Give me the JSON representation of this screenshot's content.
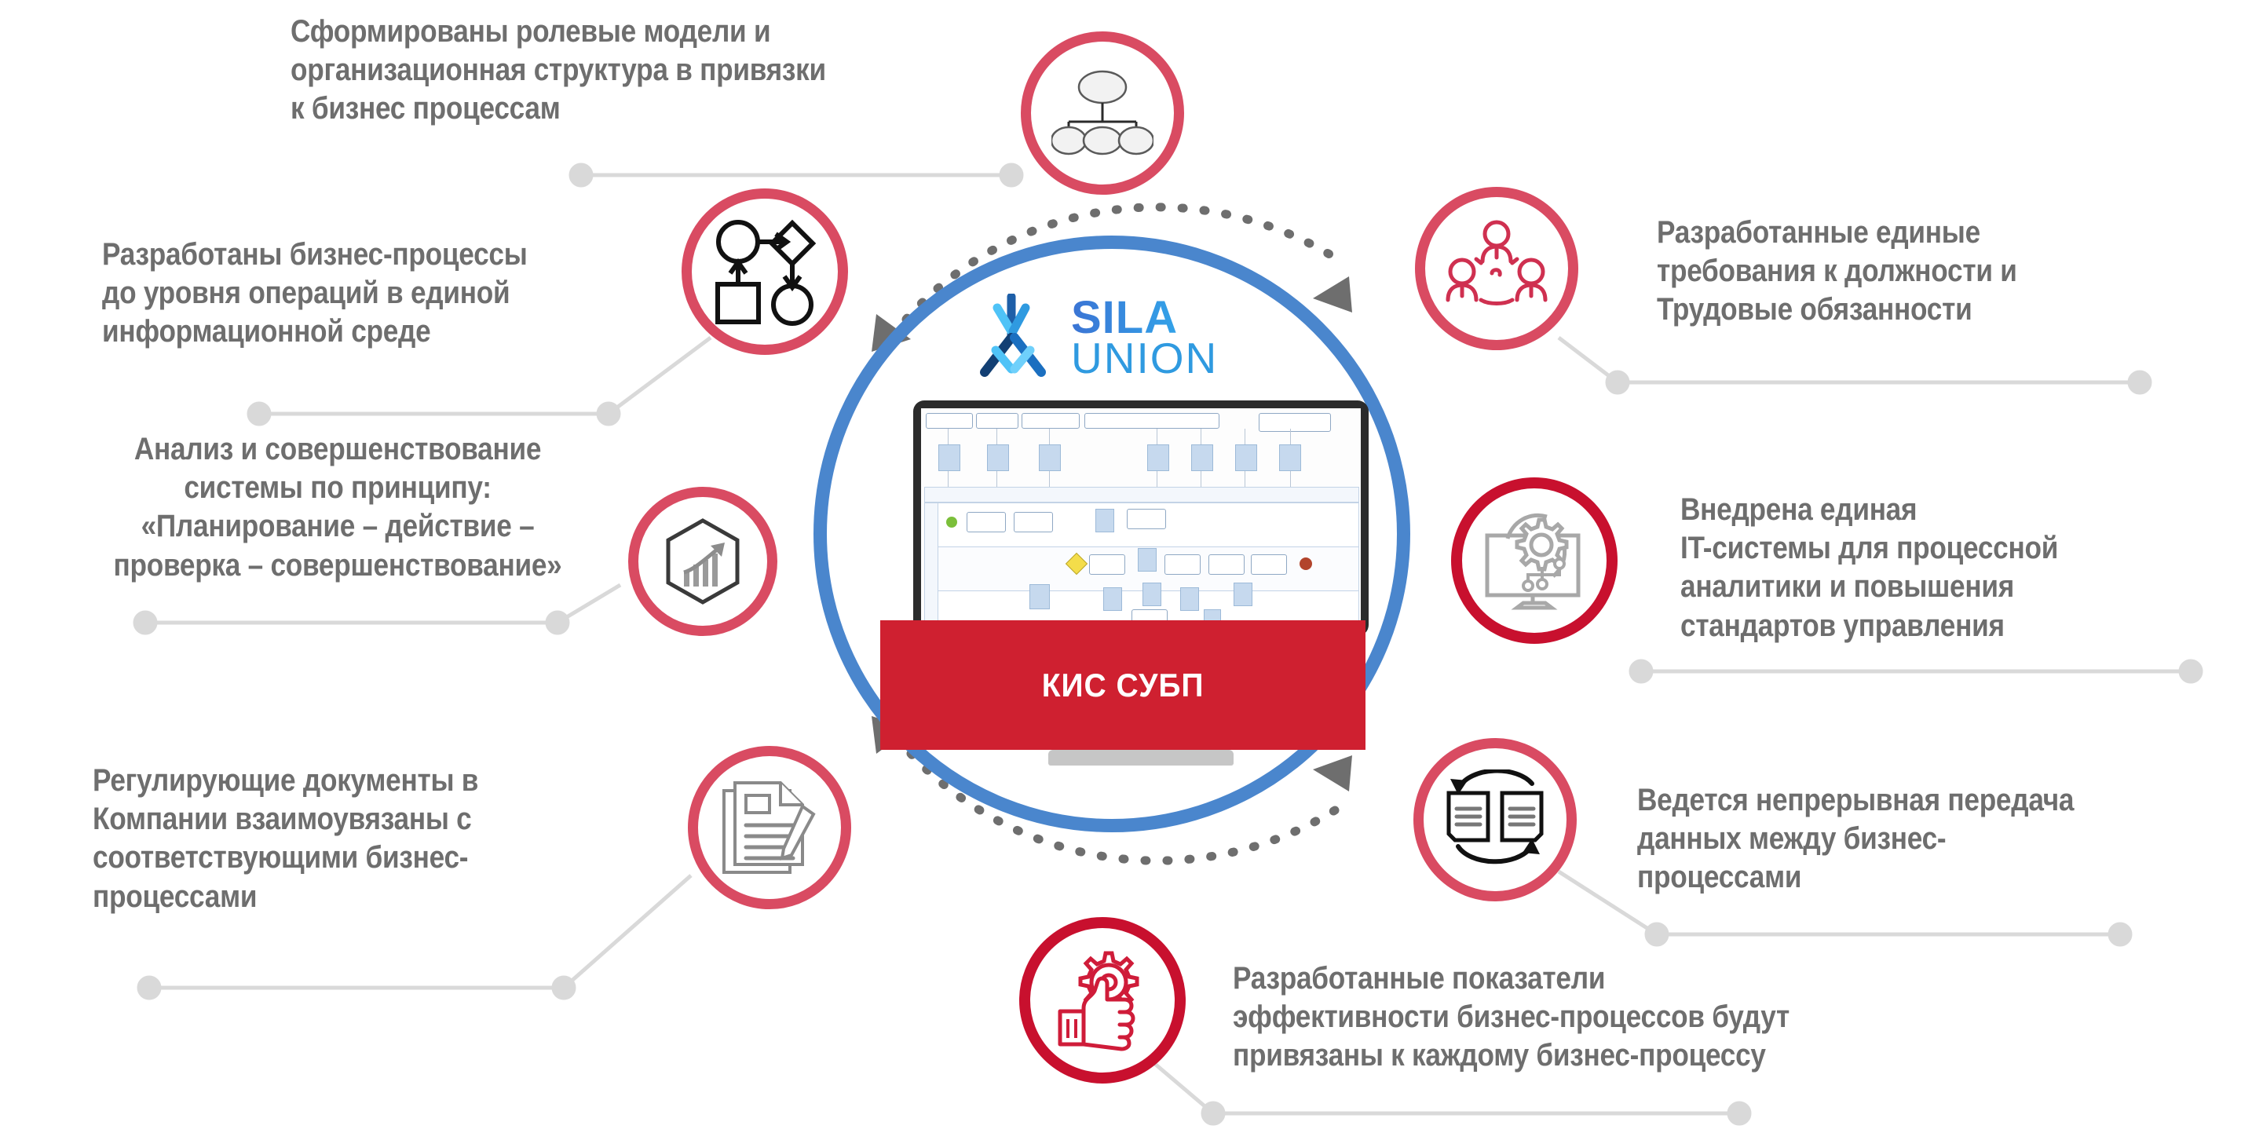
{
  "center": {
    "logo_primary": "SILA",
    "logo_secondary": "UNION",
    "banner_label": "КИС СУБП"
  },
  "colors": {
    "pink_ring": "#d94b62",
    "crimson_ring": "#c8102e",
    "blue_ring": "#4a86cd",
    "banner_red": "#cf2030",
    "text_gray": "#6e6e6e",
    "connector_gray": "#d6d6d6"
  },
  "callouts": [
    {
      "id": "role-models",
      "icon": "org-chart-icon",
      "text": "Сформированы ролевые модели и\nорганизационная структура в привязки\nк бизнес процессам"
    },
    {
      "id": "business-processes",
      "icon": "flowchart-icon",
      "text": "Разработаны бизнес-процессы\nдо уровня  операций в единой\nинформационной среде"
    },
    {
      "id": "analysis-improvement",
      "icon": "growth-chart-hexagon-icon",
      "text": "Анализ и совершенствование\nсистемы по принципу:\n«Планирование – действие –\nпроверка – совершенствование»"
    },
    {
      "id": "regulating-documents",
      "icon": "document-pen-icon",
      "text": "Регулирующие документы в\nКомпании взаимоувязаны с\nсоответствующими бизнес-\nпроцессами"
    },
    {
      "id": "unified-requirements",
      "icon": "people-group-icon",
      "text": "Разработанные единые\nтребования  к должности и\nТрудовые обязанности"
    },
    {
      "id": "unified-it-system",
      "icon": "monitor-gear-icon",
      "text": "Внедрена единая\nIT-системы для процессной\nаналитики и повышения\nстандартов управления"
    },
    {
      "id": "continuous-data-transfer",
      "icon": "documents-exchange-icon",
      "text": "Ведется непрерывная передача\nданных между бизнес-\nпроцессами"
    },
    {
      "id": "kpi-indicators",
      "icon": "thumbs-up-gear-icon",
      "text": "Разработанные показатели\nэффективности бизнес-процессов будут\nпривязаны к каждому бизнес-процессу"
    }
  ]
}
